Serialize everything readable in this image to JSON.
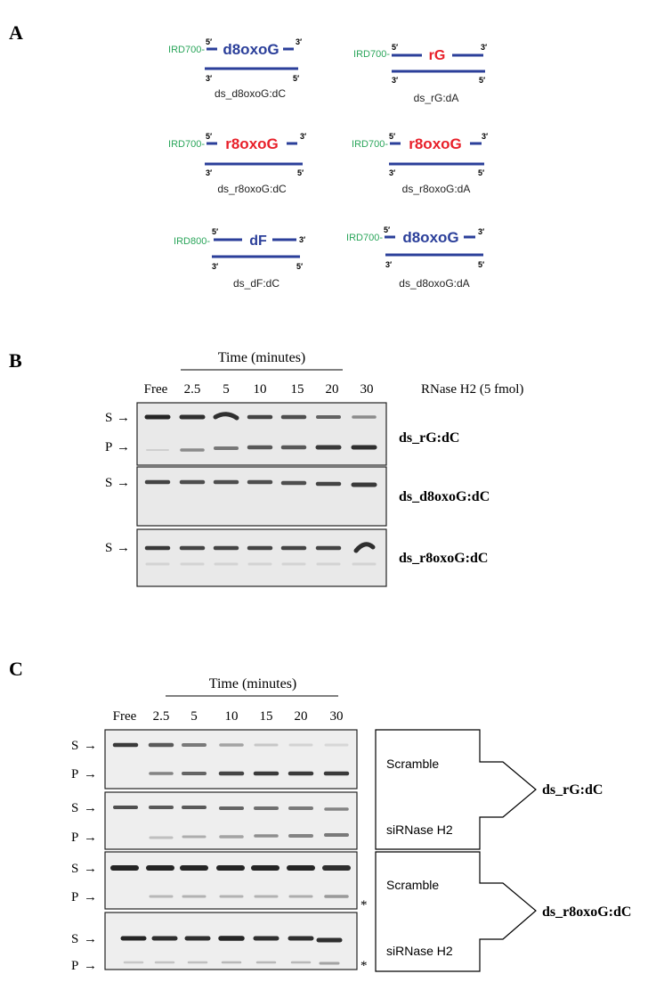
{
  "colors": {
    "strand": "#2b3f9a",
    "label_green": "#2aa55a",
    "label_red": "#e8202a",
    "label_blue": "#2b3f9a",
    "band": "#1b1b1b",
    "gel_bg": "#e9e9e9"
  },
  "panel_a": {
    "letter": "A",
    "constructs": [
      {
        "dye": "IRD700-",
        "modification": "d8oxoG",
        "mod_color": "blue",
        "name": "ds_d8oxoG:dC"
      },
      {
        "dye": "IRD700-",
        "modification": "rG",
        "mod_color": "red",
        "name": "ds_rG:dA"
      },
      {
        "dye": "IRD700-",
        "modification": "r8oxoG",
        "mod_color": "red",
        "name": "ds_r8oxoG:dC"
      },
      {
        "dye": "IRD700-",
        "modification": "r8oxoG",
        "mod_color": "red",
        "name": "ds_r8oxoG:dA"
      },
      {
        "dye": "IRD800-",
        "modification": "dF",
        "mod_color": "blue",
        "name": "ds_dF:dC"
      },
      {
        "dye": "IRD700-",
        "modification": "d8oxoG",
        "mod_color": "blue",
        "name": "ds_d8oxoG:dA"
      }
    ],
    "end_5": "5′",
    "end_3": "3′"
  },
  "panel_b": {
    "letter": "B",
    "time_label": "Time (minutes)",
    "lanes": [
      "Free",
      "2.5",
      "5",
      "10",
      "15",
      "20",
      "30"
    ],
    "enzyme_label": "RNase H2 (5 fmol)",
    "gels": [
      {
        "name": "ds_rG:dC",
        "markers": [
          "S",
          "P"
        ]
      },
      {
        "name": "ds_d8oxoG:dC",
        "markers": [
          "S"
        ]
      },
      {
        "name": "ds_r8oxoG:dC",
        "markers": [
          "S"
        ]
      }
    ]
  },
  "panel_c": {
    "letter": "C",
    "time_label": "Time (minutes)",
    "lanes": [
      "Free",
      "2.5",
      "5",
      "10",
      "15",
      "20",
      "30"
    ],
    "gels": [
      {
        "markers": [
          "S",
          "P"
        ],
        "asterisk": ""
      },
      {
        "markers": [
          "S",
          "P"
        ],
        "asterisk": ""
      },
      {
        "markers": [
          "S",
          "P"
        ],
        "asterisk": "*"
      },
      {
        "markers": [
          "S",
          "P"
        ],
        "asterisk": "*"
      }
    ],
    "groups": [
      {
        "top_label": "Scramble",
        "bottom_label": "siRNase H2",
        "substrate": "ds_rG:dC"
      },
      {
        "top_label": "Scramble",
        "bottom_label": "siRNase H2",
        "substrate": "ds_r8oxoG:dC"
      }
    ]
  }
}
